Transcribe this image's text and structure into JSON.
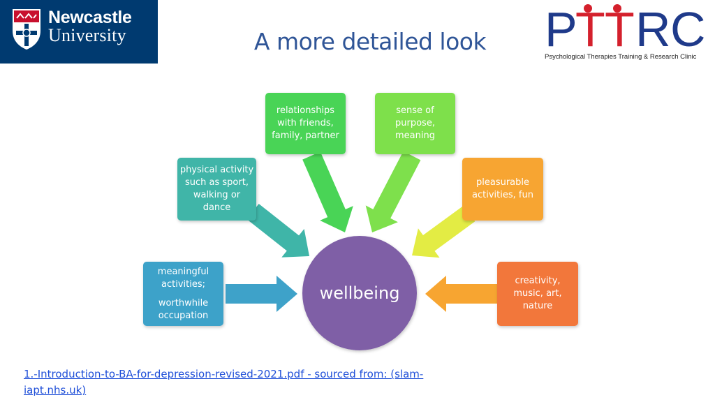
{
  "header": {
    "university_line1": "Newcastle",
    "university_line2": "University",
    "title": "A more detailed look",
    "clinic_wordmark": "PTTRC",
    "clinic_tagline": "Psychological Therapies Training & Research Clinic"
  },
  "colors": {
    "university_blue": "#003a70",
    "title_blue": "#2f5597",
    "clinic_blue": "#1f3a8a",
    "clinic_red": "#d4202c",
    "center": "#7f5fa6",
    "node_teal": "#3fb5a8",
    "node_green": "#49d456",
    "node_lime": "#7ee04c",
    "node_yellow": "#e3ec44",
    "node_orange_light": "#f7a531",
    "node_orange": "#f2773a",
    "node_blue": "#3ea2c9"
  },
  "diagram": {
    "center": {
      "label": "wellbeing"
    },
    "nodes": [
      {
        "id": "meaningful",
        "lines": [
          "meaningful",
          "activities;",
          "",
          "worthwhile",
          "occupation"
        ]
      },
      {
        "id": "physical",
        "lines": [
          "physical activity",
          "such as sport,",
          "walking or",
          "dance"
        ]
      },
      {
        "id": "relationships",
        "lines": [
          "relationships",
          "with friends,",
          "family, partner"
        ]
      },
      {
        "id": "purpose",
        "lines": [
          "sense of",
          "purpose,",
          "meaning"
        ]
      },
      {
        "id": "pleasurable",
        "lines": [
          "pleasurable",
          "activities, fun"
        ]
      },
      {
        "id": "creativity",
        "lines": [
          "creativity,",
          "music, art,",
          "nature"
        ]
      }
    ]
  },
  "footer": {
    "source_text": "1.-Introduction-to-BA-for-depression-revised-2021.pdf  - sourced from: (slam-iapt.nhs.uk)"
  }
}
